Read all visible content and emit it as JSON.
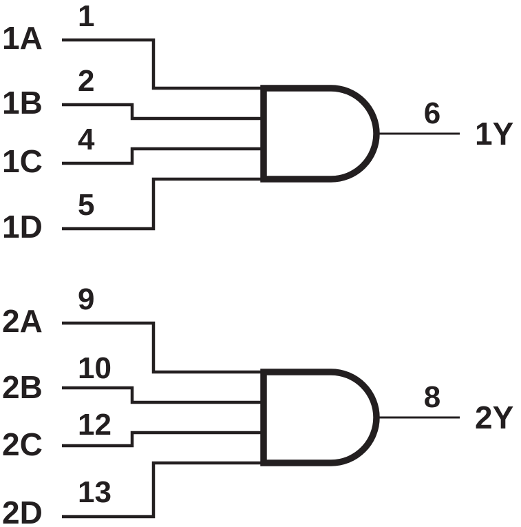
{
  "diagram": {
    "kind": "logic-diagram",
    "gate_type": "AND",
    "colors": {
      "ink": "#231f20",
      "background": "#ffffff"
    },
    "gates": [
      {
        "inputs": [
          {
            "label": "1A",
            "pin": "1"
          },
          {
            "label": "1B",
            "pin": "2"
          },
          {
            "label": "1C",
            "pin": "4"
          },
          {
            "label": "1D",
            "pin": "5"
          }
        ],
        "output": {
          "label": "1Y",
          "pin": "6"
        }
      },
      {
        "inputs": [
          {
            "label": "2A",
            "pin": "9"
          },
          {
            "label": "2B",
            "pin": "10"
          },
          {
            "label": "2C",
            "pin": "12"
          },
          {
            "label": "2D",
            "pin": "13"
          }
        ],
        "output": {
          "label": "2Y",
          "pin": "8"
        }
      }
    ]
  }
}
